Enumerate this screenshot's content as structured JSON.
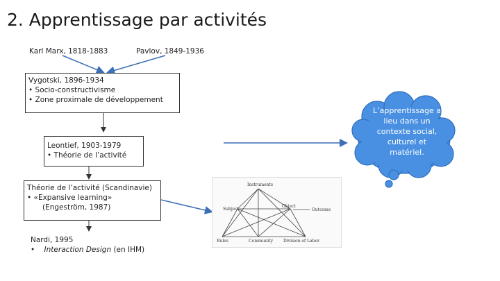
{
  "title": "2. Apprentissage par activités",
  "origins": {
    "marx": "Karl Marx, 1818-1883",
    "pavlov": "Pavlov, 1849-1936"
  },
  "vygotski": {
    "title": "Vygotski, 1896-1934",
    "items": [
      "Socio-constructivisme",
      "Zone proximale de développement"
    ]
  },
  "leontief": {
    "title": "Leontief, 1903-1979",
    "items": [
      "Théorie de l’activité"
    ]
  },
  "scandinavie": {
    "title": "Théorie de l’activité (Scandinavie)",
    "item": "«Expansive learning»",
    "sub": "(Engeström, 1987)"
  },
  "nardi": {
    "title": "Nardi, 1995",
    "item_italic": "Interaction Design",
    "item_rest": " (en IHM)"
  },
  "cloud": {
    "text": "L’apprentissage a lieu dans un contexte social, culturel et matériel.",
    "color": "#4a90e2"
  },
  "triangle": {
    "instruments": "Instruments",
    "subject": "Subject",
    "object": "Object",
    "outcome": "Outcome",
    "rules": "Rules",
    "community": "Community",
    "division": "Division of Labor"
  }
}
